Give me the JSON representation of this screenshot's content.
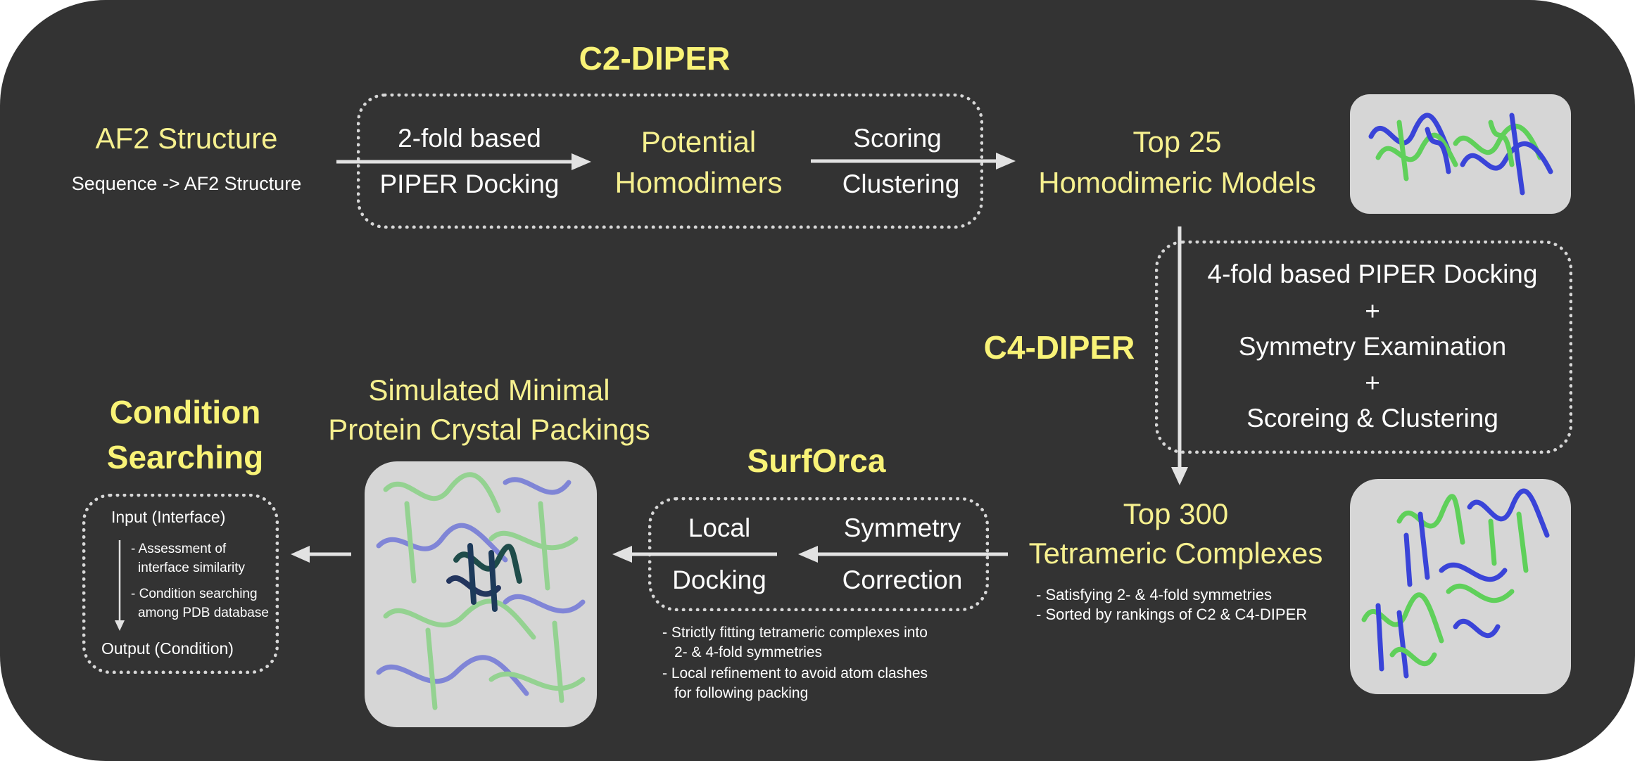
{
  "c2diper": {
    "title": "C2-DIPER"
  },
  "af2": {
    "title": "AF2 Structure",
    "subtitle": "Sequence -> AF2 Structure"
  },
  "docking2": {
    "line1": "2-fold based",
    "line2": "PIPER Docking"
  },
  "homodimers": {
    "line1": "Potential",
    "line2": "Homodimers"
  },
  "scoring": {
    "line1": "Scoring",
    "line2": "Clustering"
  },
  "top25": {
    "line1": "Top 25",
    "line2": "Homodimeric Models"
  },
  "c4diper": {
    "title": "C4-DIPER"
  },
  "c4box": {
    "line1": "4-fold based PIPER Docking",
    "plus1": "+",
    "line2": "Symmetry Examination",
    "plus2": "+",
    "line3": "Scoreing & Clustering"
  },
  "top300": {
    "line1": "Top 300",
    "line2": "Tetrameric Complexes",
    "note1": "- Satisfying 2- & 4-fold symmetries",
    "note2": "- Sorted by rankings of C2 & C4-DIPER"
  },
  "surforca": {
    "title": "SurfOrca",
    "local1": "Local",
    "local2": "Docking",
    "sym1": "Symmetry",
    "sym2": "Correction",
    "note1a": "- Strictly fitting tetrameric complexes into",
    "note1b": "2- & 4-fold symmetries",
    "note2a": "- Local refinement to avoid atom clashes",
    "note2b": "for following packing"
  },
  "packings": {
    "line1": "Simulated Minimal",
    "line2": "Protein Crystal Packings"
  },
  "condition": {
    "title1": "Condition",
    "title2": "Searching",
    "input": "Input (Interface)",
    "step1a": "- Assessment of",
    "step1b": "interface similarity",
    "step2a": "- Condition searching",
    "step2b": "among PDB database",
    "output": "Output (Condition)"
  },
  "colors": {
    "background": "#333333",
    "accent_yellow": "#f6f08f",
    "protein_green": "#5fd05a",
    "protein_blue": "#3a44d8"
  }
}
